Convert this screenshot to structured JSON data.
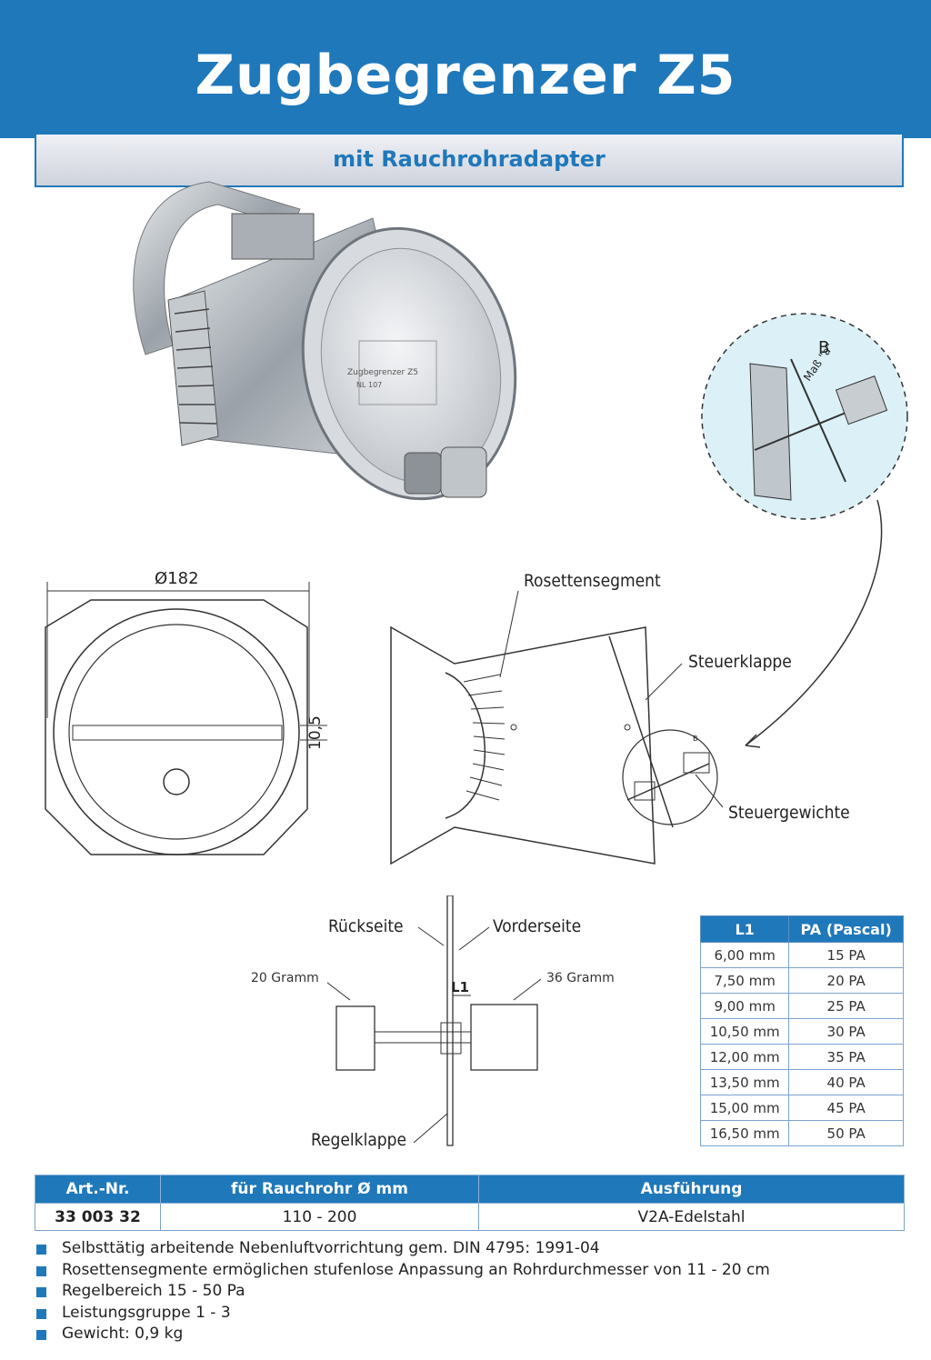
{
  "header": {
    "title": "Zugbegrenzer Z5",
    "subtitle": "mit Rauchrohradapter",
    "brand_color": "#1f78ba"
  },
  "product_plate": {
    "name": "Zugbegrenzer Z5",
    "code": "NL 107"
  },
  "detail_view": {
    "label": "B",
    "dimension": "Maß \"a\""
  },
  "front_view": {
    "diameter": "Ø182",
    "gap": "10,5"
  },
  "side_view": {
    "rosette": "Rosettensegment",
    "flap": "Steuerklappe",
    "weights": "Steuergewichte",
    "detail_mark": "B"
  },
  "weight_diagram": {
    "back": "Rückseite",
    "front": "Vorderseite",
    "weight_left": "20 Gramm",
    "weight_right": "36 Gramm",
    "dim": "L1",
    "control_flap": "Regelklappe"
  },
  "pressure_table": {
    "headers": [
      "L1",
      "PA (Pascal)"
    ],
    "rows": [
      [
        "6,00 mm",
        "15 PA"
      ],
      [
        "7,50 mm",
        "20 PA"
      ],
      [
        "9,00 mm",
        "25 PA"
      ],
      [
        "10,50 mm",
        "30 PA"
      ],
      [
        "12,00 mm",
        "35 PA"
      ],
      [
        "13,50 mm",
        "40 PA"
      ],
      [
        "15,00 mm",
        "45 PA"
      ],
      [
        "16,50 mm",
        "50 PA"
      ]
    ]
  },
  "article_table": {
    "headers": [
      "Art.-Nr.",
      "für Rauchrohr Ø mm",
      "Ausführung"
    ],
    "row": [
      "33 003 32",
      "110 - 200",
      "V2A-Edelstahl"
    ]
  },
  "features": [
    "Selbsttätig arbeitende Nebenluftvorrichtung gem. DIN 4795: 1991-04",
    "Rosettensegmente ermöglichen stufenlose Anpassung an Rohrdurchmesser von 11 - 20 cm",
    "Regelbereich 15 - 50 Pa",
    "Leistungsgruppe 1 - 3",
    "Gewicht: 0,9 kg"
  ]
}
